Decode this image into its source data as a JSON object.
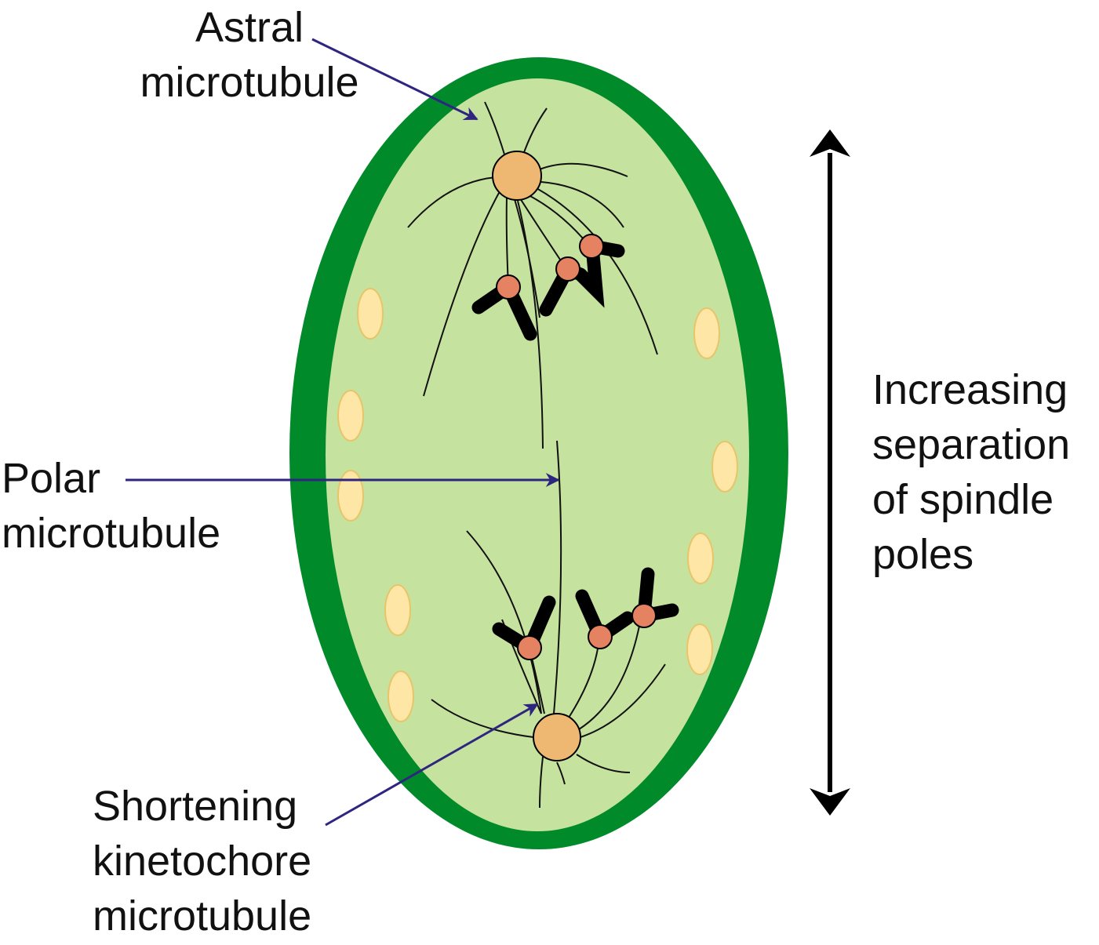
{
  "labels": {
    "astral": "Astral\nmicrotubule",
    "polar": "Polar\nmicrotubule",
    "shortening": "Shortening\nkinetochore\nmicrotubule",
    "separation": "Increasing\nseparation\nof spindle\npoles"
  },
  "colors": {
    "cell_wall": "#008a2a",
    "cytoplasm": "#c6e29f",
    "vesicle": "#fde6a6",
    "centrosome": "#efb872",
    "kinetochore": "#e48262",
    "chromosome": "#000000",
    "arrow": "#2e2580",
    "microtubule": "#111111"
  }
}
